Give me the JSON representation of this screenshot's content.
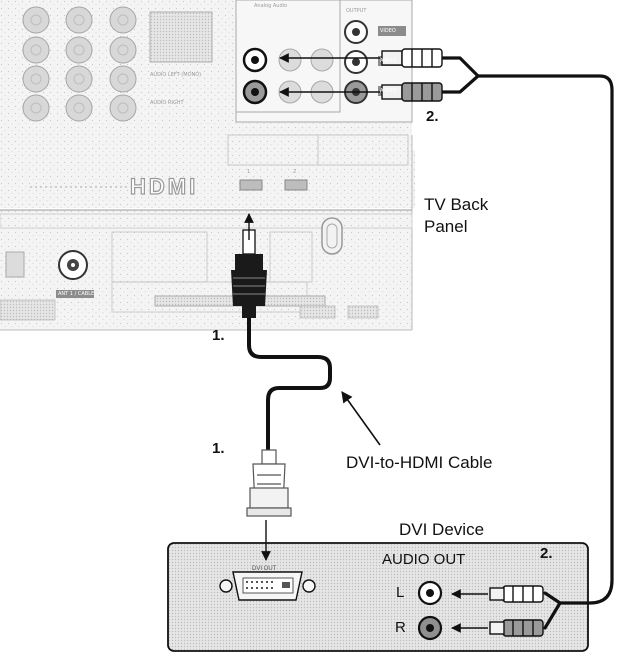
{
  "tv_panel": {
    "label_line1": "TV Back",
    "label_line2": "Panel",
    "hdmi_logo": "HDMI",
    "analog_audio_label": "Analog Audio",
    "output_label": "OUTPUT",
    "jack_labels": [
      "VIDEO",
      "AUDIO",
      "AUDIO"
    ],
    "audio_left_label": "AUDIO LEFT (MONO)",
    "audio_right_label": "AUDIO RIGHT",
    "ant_label": "ANT 1 / CABLE",
    "port_numbers": [
      "1",
      "2"
    ]
  },
  "dvi_device": {
    "title": "DVI Device",
    "audio_out_label": "AUDIO OUT",
    "left_label": "L",
    "right_label": "R",
    "dvi_out_label": "DVI OUT"
  },
  "cable_label": "DVI-to-HDMI Cable",
  "steps": {
    "hdmi_end": "1.",
    "dvi_end": "1.",
    "tv_audio": "2.",
    "device_audio": "2."
  },
  "colors": {
    "line": "#111111",
    "panel_fill": "#eeeeee",
    "device_fill": "#dcdcdc",
    "jack_gray": "#9a9a9a",
    "cable_black": "#1a1a1a"
  }
}
